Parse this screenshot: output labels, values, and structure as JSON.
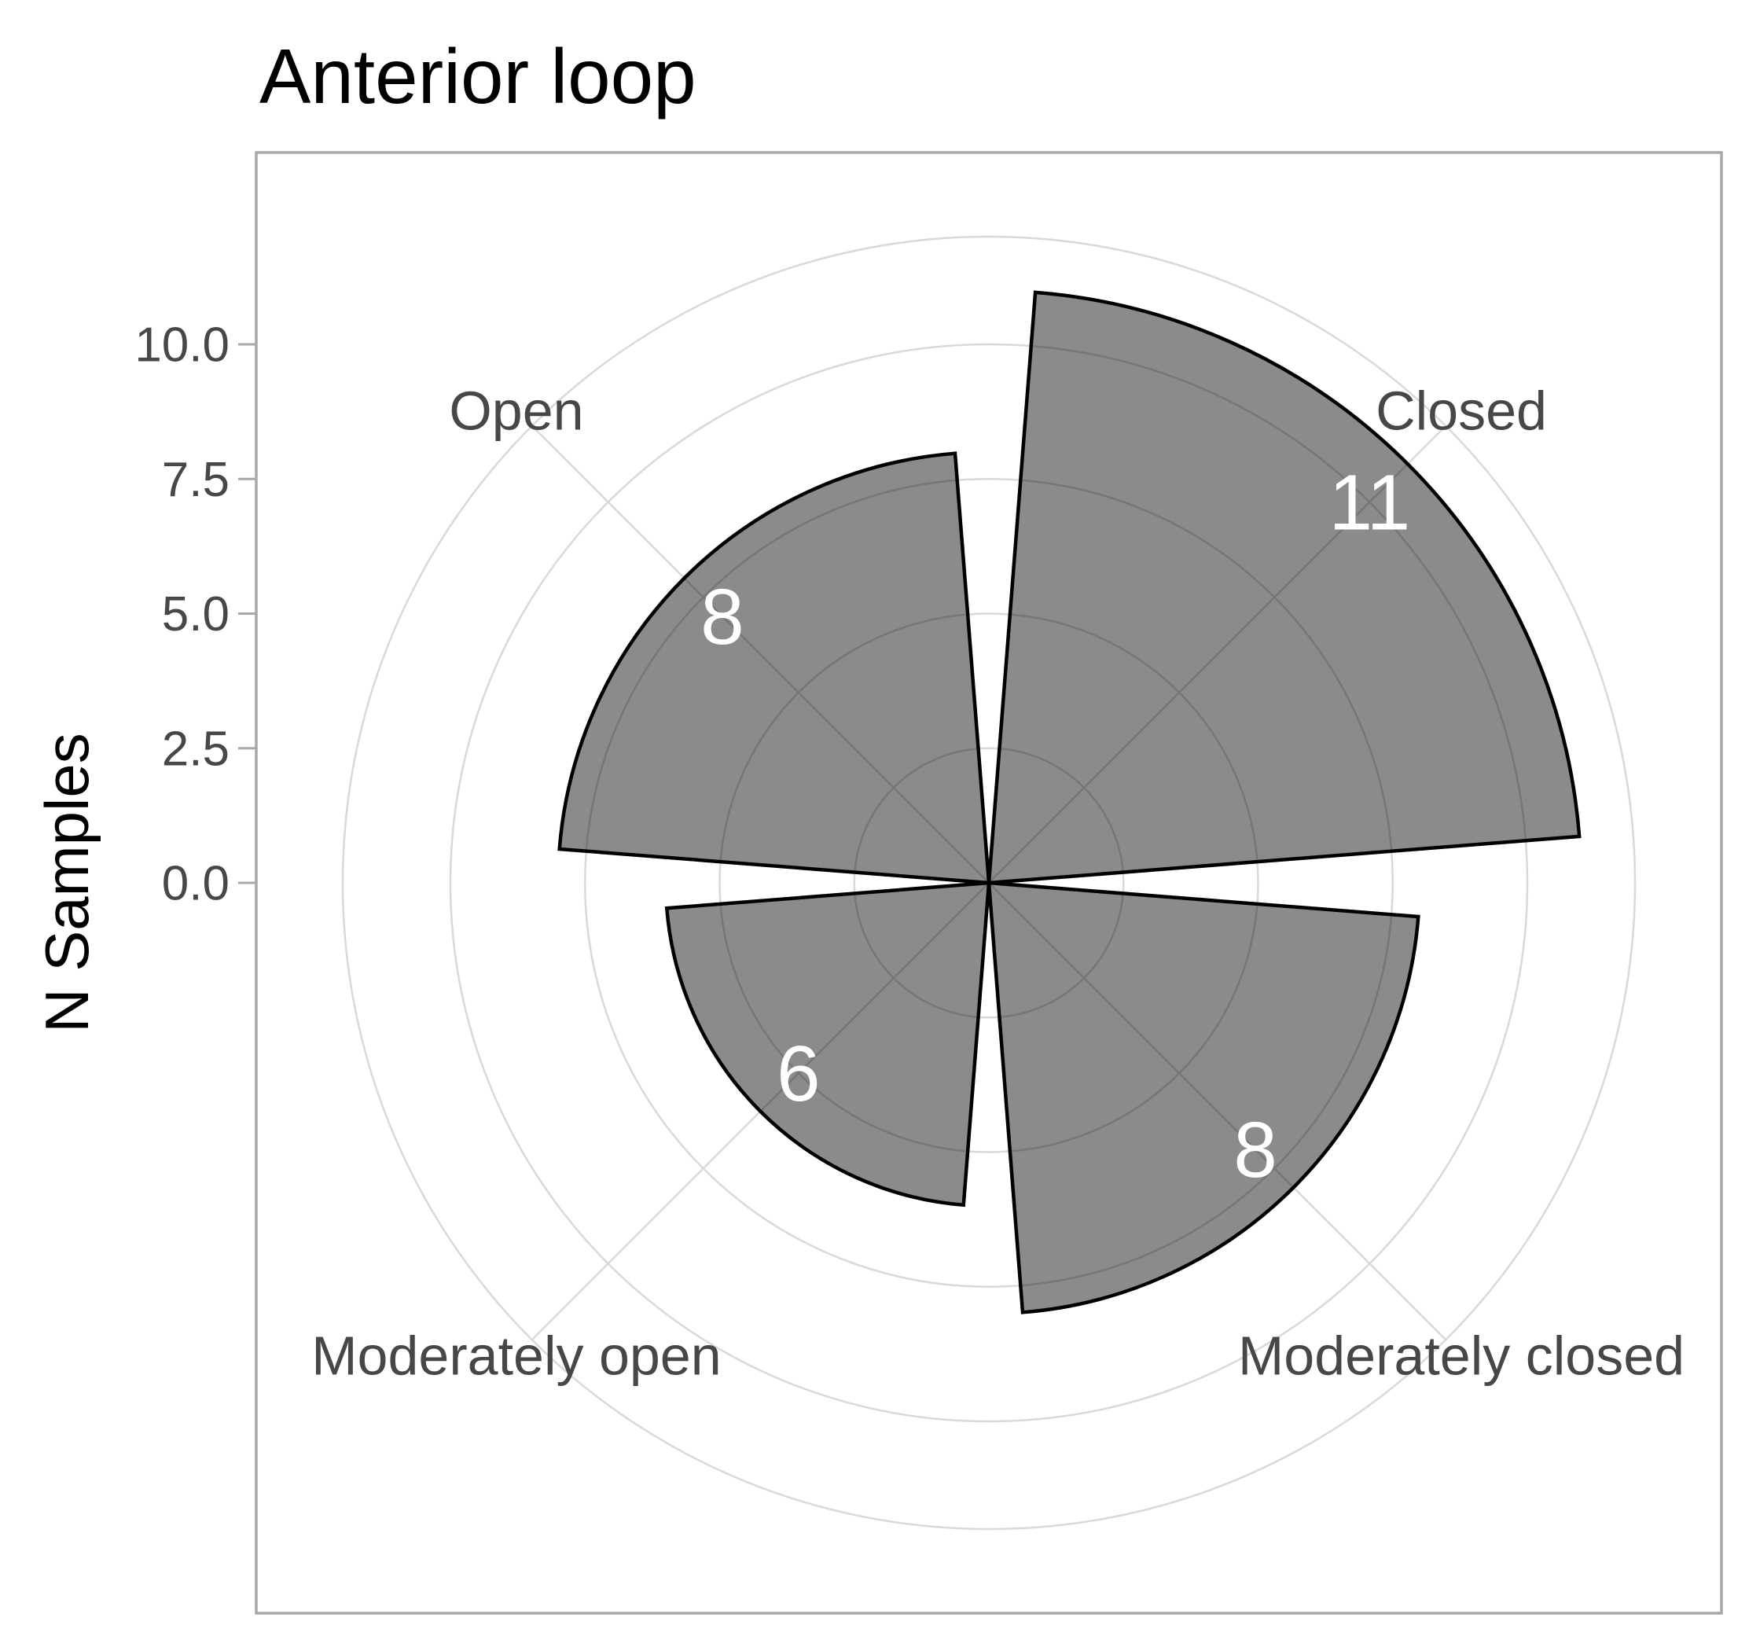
{
  "title": {
    "text": "Anterior loop"
  },
  "chart_data": {
    "type": "bar",
    "coordinate_system": "polar",
    "title": "Anterior loop",
    "ylabel": "N Samples",
    "xlabel": "",
    "categories": [
      "Closed",
      "Moderately closed",
      "Moderately open",
      "Open"
    ],
    "values": [
      11,
      8,
      6,
      8
    ],
    "value_labels": [
      "11",
      "8",
      "6",
      "8"
    ],
    "series": [
      {
        "name": "N Samples",
        "values": [
          11,
          8,
          6,
          8
        ]
      }
    ],
    "r_axis": {
      "ticks": [
        0,
        2.5,
        5,
        7.5,
        10
      ],
      "tick_labels": [
        "0.0",
        "2.5",
        "5.0",
        "7.5",
        "10.0"
      ],
      "ylim": [
        0,
        12
      ]
    },
    "grid": true,
    "legend": "none",
    "notes": "Polar (coxcomb/rose) bar chart; four 81-degree wedges clockwise from top: Closed 11, Moderately closed 8, Moderately open 6, Open 8"
  },
  "colors": {
    "background": "#ffffff",
    "panel_border": "#a8a8a8",
    "gridline": "#d9d9d9",
    "wedge_fill_rgba": "rgba(0,0,0,0.455)",
    "wedge_fill_hex_on_white": "#8b8b8b",
    "wedge_outline": "#000000",
    "value_label": "#ffffff",
    "axis_text": "#474747",
    "tick_mark": "#a8a8a8",
    "title_text": "#000000",
    "axis_title_text": "#000000"
  }
}
